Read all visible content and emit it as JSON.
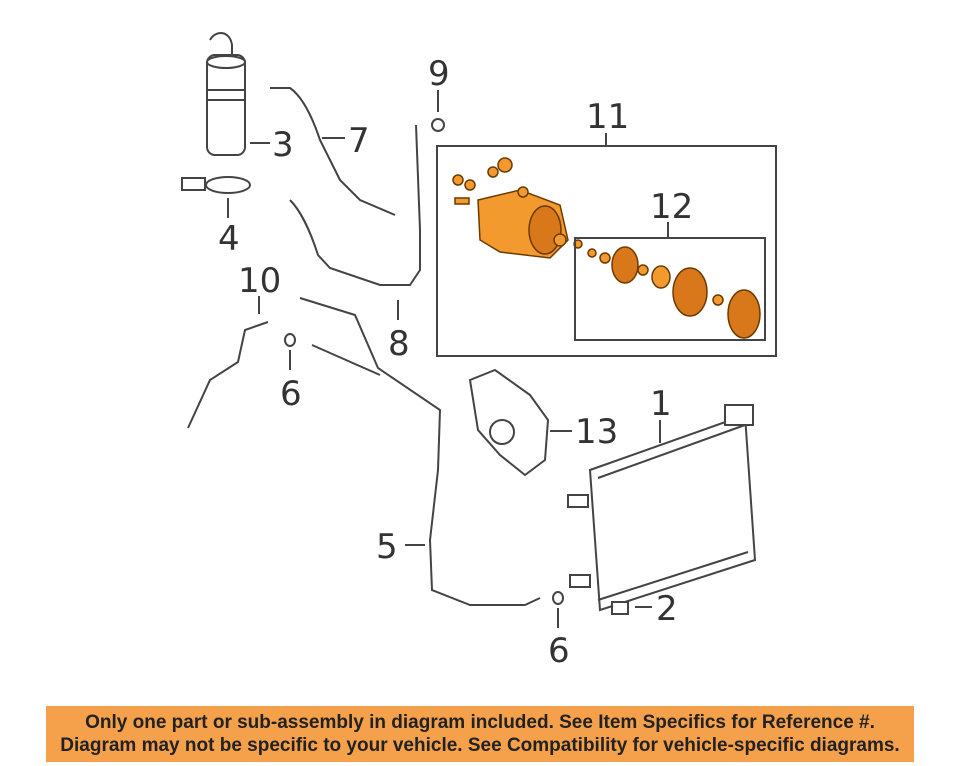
{
  "callouts": {
    "c1": "1",
    "c2": "2",
    "c3": "3",
    "c4": "4",
    "c5": "5",
    "c6a": "6",
    "c6b": "6",
    "c7": "7",
    "c8": "8",
    "c9": "9",
    "c10": "10",
    "c11": "11",
    "c12": "12",
    "c13": "13"
  },
  "banner": {
    "line1": "Only one part or sub-assembly in diagram included. See Item Specifics for Reference #.",
    "line2": "Diagram may not be specific to your vehicle. See Compatibility for vehicle-specific diagrams."
  },
  "colors": {
    "highlight": "#f29a2e",
    "banner_bg": "#f5a04a"
  }
}
